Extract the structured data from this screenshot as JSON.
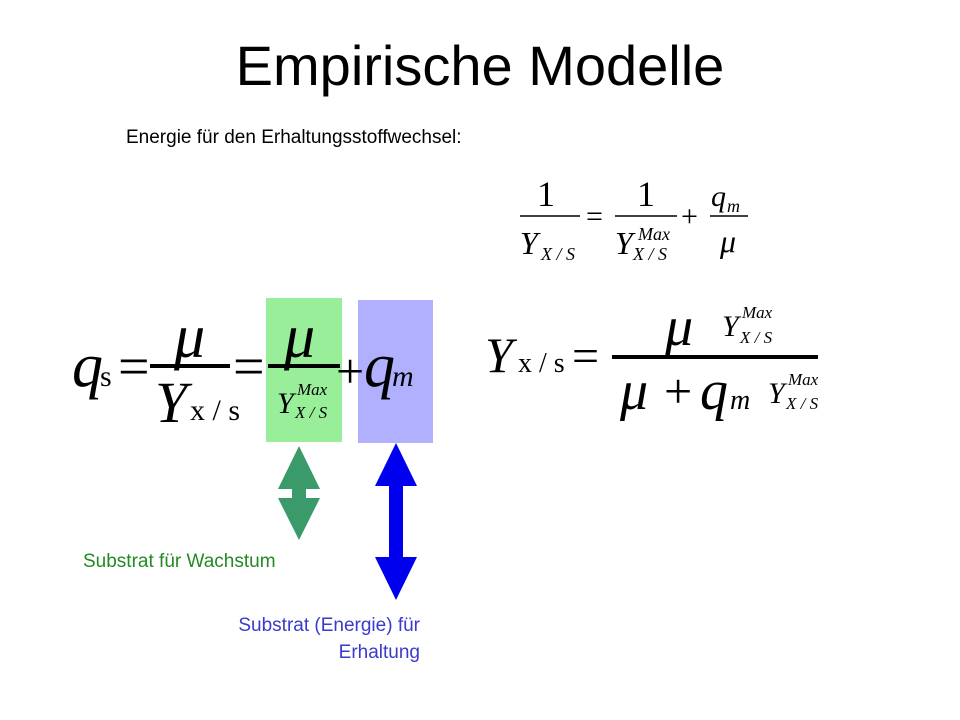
{
  "title": "Empirische Modelle",
  "subtitle": "Energie für den Erhaltungsstoffwechsel:",
  "labels": {
    "growth": "Substrat für Wachstum",
    "maintenance_line1": "Substrat (Energie) für",
    "maintenance_line2": "Erhaltung"
  },
  "formula_top": {
    "one_left": "1",
    "Y_left": "Y",
    "sub_left": "X / S",
    "equals": "=",
    "one_right": "1",
    "Y_right": "Y",
    "sup_right": "Max",
    "sub_right": "X / S",
    "plus": "+",
    "q": "q",
    "q_sub": "m",
    "mu": "μ"
  },
  "formula_left": {
    "q": "q",
    "q_sub": "s",
    "eq1": "=",
    "mu1": "μ",
    "Y1": "Y",
    "Y1_sub": "x / s",
    "eq2": "=",
    "mu2": "μ",
    "Y2": "Y",
    "Y2_sup": "Max",
    "Y2_sub": "X / S",
    "plus": "+",
    "q2": "q",
    "q2_sub": "m"
  },
  "formula_right": {
    "Y": "Y",
    "Y_sub": "x / s",
    "eq": "=",
    "mu": "μ",
    "Ya": "Y",
    "Ya_sup": "Max",
    "Ya_sub": "X / S",
    "mu2": "μ",
    "plus": "+",
    "q": "q",
    "q_sub": "m",
    "Yb": "Y",
    "Yb_sup": "Max",
    "Yb_sub": "X / S"
  },
  "colors": {
    "growth_box": "#99ee99",
    "maintenance_box": "#b0b0ff",
    "growth_arrow": "#3a9a6a",
    "maintenance_arrow": "#0000ee",
    "growth_text": "#238a23",
    "maintenance_text": "#3a3acc"
  }
}
